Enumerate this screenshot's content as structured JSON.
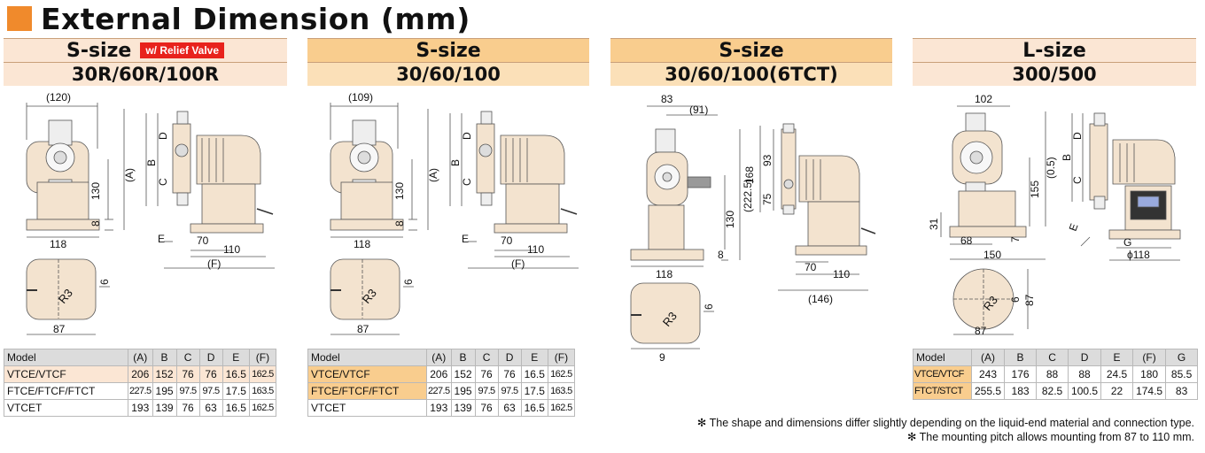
{
  "title": "External Dimension (mm)",
  "columns": [
    {
      "size": "S-size",
      "badge": "w/ Relief Valve",
      "models": "30R/60R/100R",
      "front": {
        "width": "(120)",
        "base": "118",
        "h130": "130",
        "h8": "8",
        "A": "(A)"
      },
      "side": {
        "B": "B",
        "C": "C",
        "D": "D",
        "E": "E",
        "w70": "70",
        "w110": "110",
        "F": "(F)"
      },
      "plate": {
        "r": "R3",
        "w": "87",
        "slot": "6"
      },
      "table": {
        "headers": [
          "Model",
          "(A)",
          "B",
          "C",
          "D",
          "E",
          "(F)"
        ],
        "rows": [
          [
            "VTCE/VTCF",
            "206",
            "152",
            "76",
            "76",
            "16.5",
            "162.5"
          ],
          [
            "FTCE/FTCF/FTCT",
            "227.5",
            "195",
            "97.5",
            "97.5",
            "17.5",
            "163.5"
          ],
          [
            "VTCET",
            "193",
            "139",
            "76",
            "63",
            "16.5",
            "162.5"
          ]
        ]
      }
    },
    {
      "size": "S-size",
      "models": "30/60/100",
      "front": {
        "width": "(109)",
        "base": "118",
        "h130": "130",
        "h8": "8",
        "A": "(A)"
      },
      "side": {
        "B": "B",
        "C": "C",
        "D": "D",
        "E": "E",
        "w70": "70",
        "w110": "110",
        "F": "(F)"
      },
      "plate": {
        "r": "R3",
        "w": "87",
        "slot": "6"
      },
      "table": {
        "headers": [
          "Model",
          "(A)",
          "B",
          "C",
          "D",
          "E",
          "(F)"
        ],
        "rows": [
          [
            "VTCE/VTCF",
            "206",
            "152",
            "76",
            "76",
            "16.5",
            "162.5"
          ],
          [
            "FTCE/FTCF/FTCT",
            "227.5",
            "195",
            "97.5",
            "97.5",
            "17.5",
            "163.5"
          ],
          [
            "VTCET",
            "193",
            "139",
            "76",
            "63",
            "16.5",
            "162.5"
          ]
        ]
      }
    },
    {
      "size": "S-size",
      "models": "30/60/100(6TCT)",
      "front": {
        "w83": "83",
        "w91": "(91)",
        "base": "118",
        "h130": "130",
        "h8": "8",
        "h225": "(222.5)",
        "h168": "168"
      },
      "side": {
        "h93": "93",
        "h75": "75",
        "w70": "70",
        "w110": "110",
        "w146": "(146)"
      },
      "plate": {
        "r": "R3",
        "w": "9",
        "slot": "6"
      }
    },
    {
      "size": "L-size",
      "models": "300/500",
      "front": {
        "w102": "102",
        "h155": "155",
        "h05": "(0.5)",
        "h31": "31",
        "w68": "68",
        "h7": "7",
        "w150": "150"
      },
      "side": {
        "B": "B",
        "C": "C",
        "D": "D",
        "E": "E",
        "G": "G",
        "phi": "ϕ118"
      },
      "plate": {
        "r": "R3",
        "w": "87",
        "slot": "6",
        "h87": "87"
      },
      "table": {
        "headers": [
          "Model",
          "(A)",
          "B",
          "C",
          "D",
          "E",
          "(F)",
          "G"
        ],
        "rows": [
          [
            "VTCE/VTCF",
            "243",
            "176",
            "88",
            "88",
            "24.5",
            "180",
            "85.5"
          ],
          [
            "FTCT/STCT",
            "255.5",
            "183",
            "82.5",
            "100.5",
            "22",
            "174.5",
            "83"
          ]
        ]
      }
    }
  ],
  "notes": [
    "✻ The shape and dimensions differ slightly depending on the liquid-end material and connection type.",
    "✻ The mounting pitch allows mounting from 87 to 110 mm."
  ],
  "colors": {
    "accent": "#f08a2c",
    "header_light": "#fbe6d4",
    "header_orange": "#f9cd8e",
    "badge_red": "#e8221c",
    "pump_body": "#f3e3cf"
  }
}
